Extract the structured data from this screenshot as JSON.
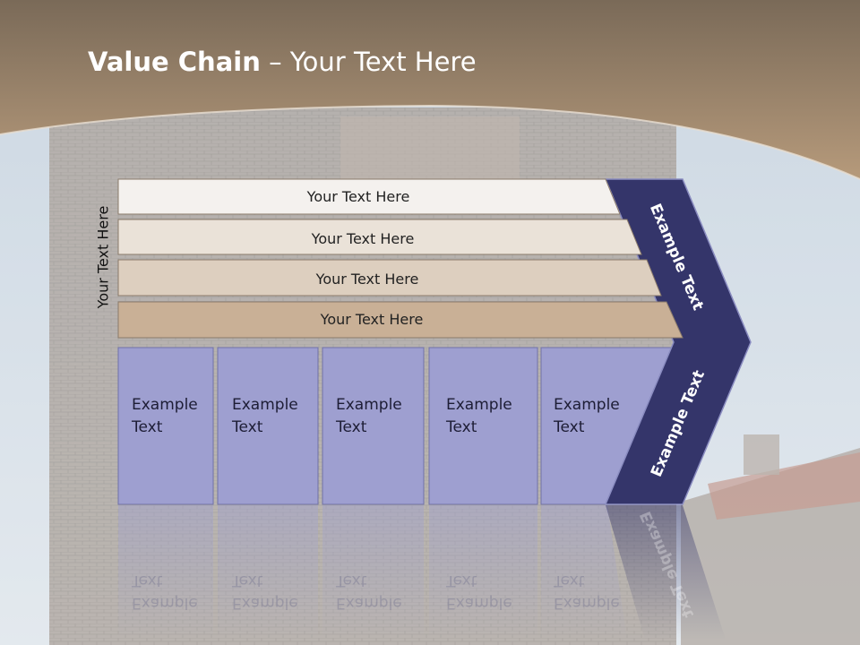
{
  "slide": {
    "title_bold": "Value Chain",
    "title_rest": " – Your Text Here",
    "side_label": "Your Text Here"
  },
  "support_bands": [
    {
      "label": "Your Text Here",
      "color": "#f4f1ee"
    },
    {
      "label": "Your Text Here",
      "color": "#eae2d8"
    },
    {
      "label": "Your Text Here",
      "color": "#ddcfbf"
    },
    {
      "label": "Your Text Here",
      "color": "#c9b096"
    }
  ],
  "primary_cells": [
    {
      "line1": "Example",
      "line2": "Text"
    },
    {
      "line1": "Example",
      "line2": "Text"
    },
    {
      "line1": "Example",
      "line2": "Text"
    },
    {
      "line1": "Example",
      "line2": "Text"
    },
    {
      "line1": "Example",
      "line2": "Text"
    }
  ],
  "chevron": {
    "upper_label": "Example Text",
    "lower_label": "Example Text",
    "color": "#34356a"
  },
  "colors": {
    "header_band": "#a68d6f",
    "cell_fill": "#9e9fd0"
  }
}
